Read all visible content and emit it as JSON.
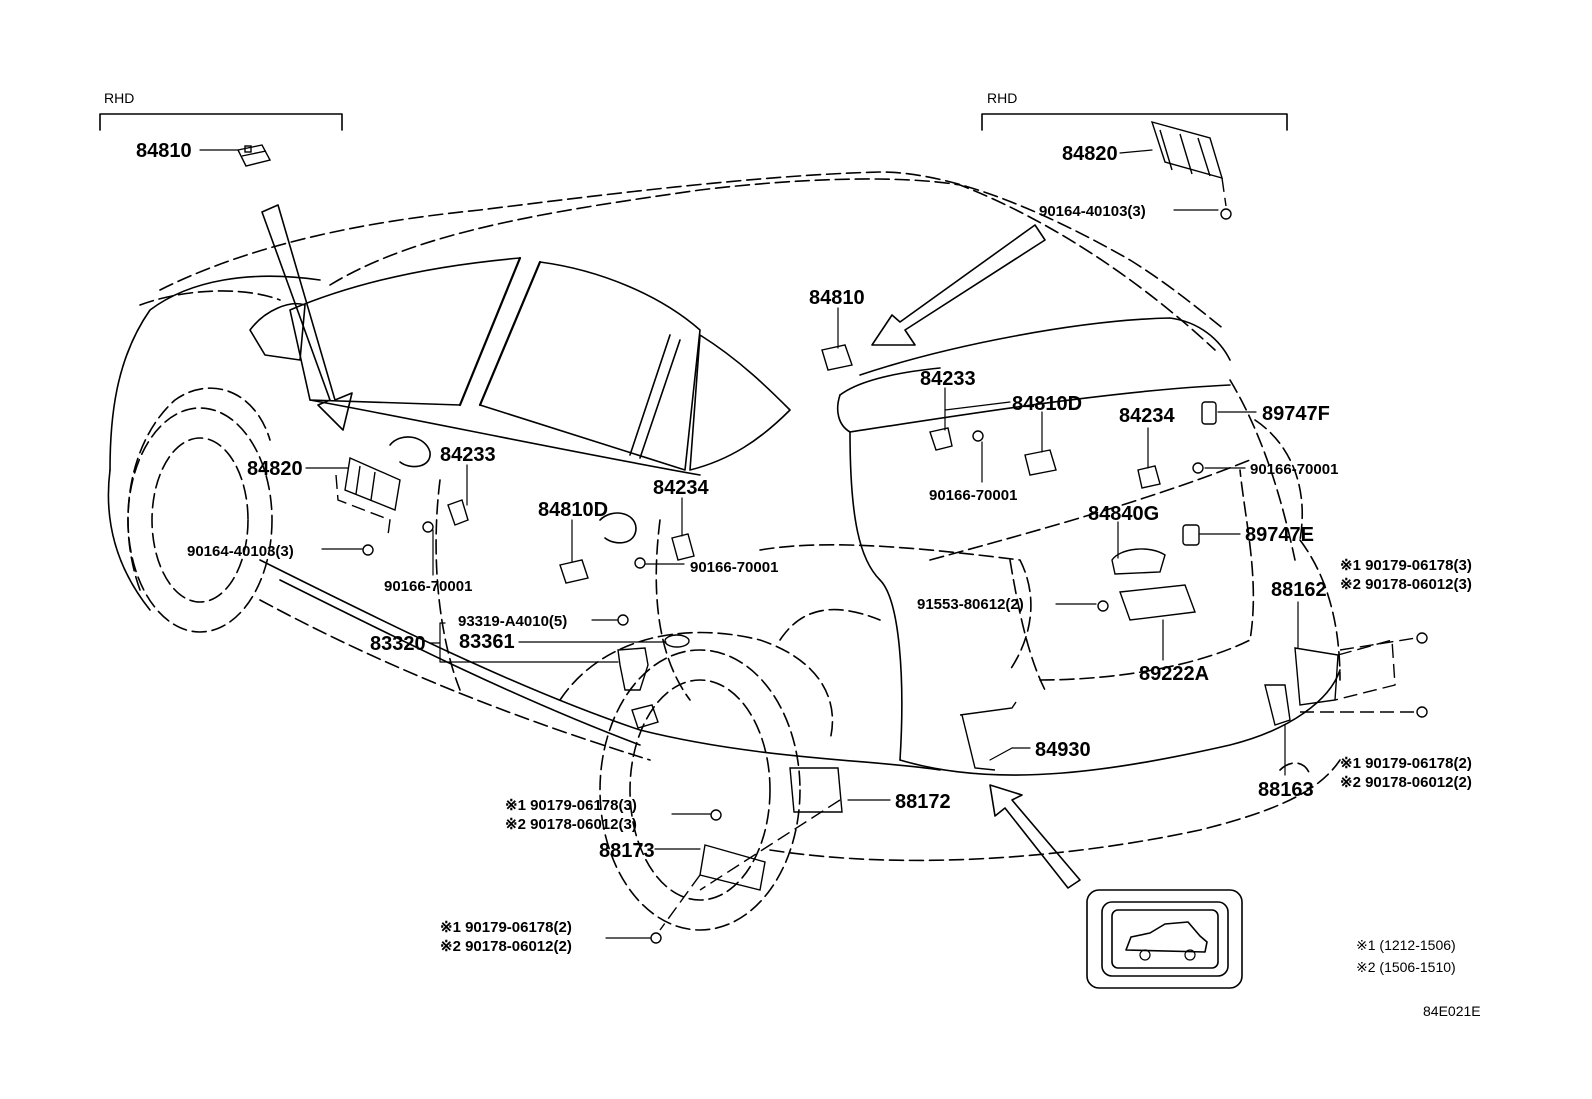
{
  "header": {
    "left_rhd": "RHD",
    "right_rhd": "RHD"
  },
  "parts": {
    "p84810_rhd": "84810",
    "p84820_rhd": "84820",
    "p90164_rhd": "90164-40103(3)",
    "p84810_roof": "84810",
    "p84820_door": "84820",
    "p84233_door": "84233",
    "p90164_door": "90164-40103(3)",
    "p90166_door": "90166-70001",
    "p84810D_door": "84810D",
    "p84234_door": "84234",
    "p90166_rear_door": "90166-70001",
    "p93319": "93319-A4010(5)",
    "p83361": "83361",
    "p83320": "83320",
    "p84233_gate": "84233",
    "p84810D_gate": "84810D",
    "p90166_gate": "90166-70001",
    "p84234_gate": "84234",
    "p89747F": "89747F",
    "p90166_gate_r": "90166-70001",
    "p84840G": "84840G",
    "p89747E": "89747E",
    "p91553": "91553-80612(2)",
    "p89222A": "89222A",
    "p88162": "88162",
    "p84930": "84930",
    "p88163": "88163",
    "p88172": "88172",
    "p88173": "88173",
    "r1_top": "※1 90179-06178(3)",
    "r2_top": "※2 90178-06012(3)",
    "r1_bot": "※1 90179-06178(2)",
    "r2_bot": "※2 90178-06012(2)",
    "l1_mid": "※1 90179-06178(3)",
    "l2_mid": "※2 90178-06012(3)",
    "l1_bot": "※1 90179-06178(2)",
    "l2_bot": "※2 90178-06012(2)"
  },
  "notes": {
    "note1": "※1 (1212-1506)",
    "note2": "※2 (1506-1510)"
  },
  "figure_id": "84E021E"
}
